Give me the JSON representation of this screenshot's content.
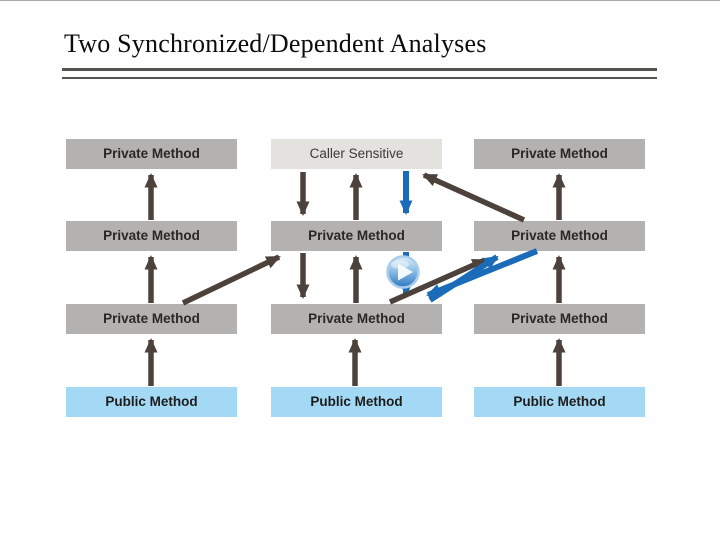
{
  "title": "Two Synchronized/Dependent Analyses",
  "diagram": {
    "columns": [
      {
        "name": "left-analysis",
        "boxes": [
          "Private Method",
          "Private Method",
          "Private Method",
          "Public Method"
        ]
      },
      {
        "name": "center-analysis",
        "boxes": [
          "Caller Sensitive",
          "Private Method",
          "Private Method",
          "Public Method"
        ]
      },
      {
        "name": "right-analysis",
        "boxes": [
          "Private Method",
          "Private Method",
          "Private Method",
          "Public Method"
        ]
      }
    ],
    "icons": {
      "play_button": "play-icon"
    }
  },
  "colors": {
    "private_box": "#b3b2b0",
    "caller_sensitive_box": "#e3e2de",
    "public_box": "#a4d9f5",
    "dark_arrow": "#4c423b",
    "blue_arrow": "#1b6cb8",
    "title_rule": "#55544f"
  }
}
